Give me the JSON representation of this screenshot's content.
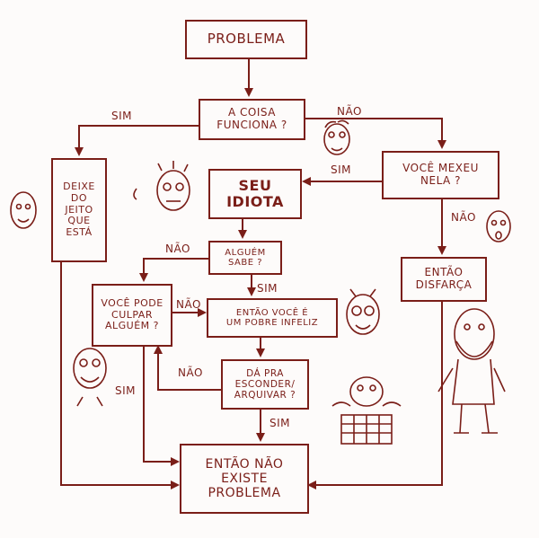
{
  "colors": {
    "ink": "#7a1e18",
    "paper": "#fdfbfa"
  },
  "nodes": {
    "problema": "PROBLEMA",
    "funciona": "A COISA\nFUNCIONA ?",
    "deixe": "DEIXE\nDO\nJEITO\nQUE\nESTÁ",
    "mexeu": "VOCÊ MEXEU\nNELA ?",
    "idiota": "SEU\nIDIOTA",
    "alguem_sabe": "ALGUÉM\nSABE ?",
    "disfarca": "ENTÃO\nDISFARÇA",
    "culpar": "VOCÊ PODE\nCULPAR\nALGUÉM ?",
    "infeliz": "ENTÃO VOCÊ É\nUM POBRE INFELIZ",
    "esconder": "DÁ PRA\nESCONDER/\nARQUIVAR ?",
    "nao_existe": "ENTÃO NÃO\nEXISTE\nPROBLEMA"
  },
  "edge_labels": {
    "funciona_sim": "SIM",
    "funciona_nao": "NÃO",
    "mexeu_sim": "SIM",
    "mexeu_nao": "NÃO",
    "sabe_nao": "NÃO",
    "sabe_sim": "SIM",
    "culpar_nao": "NÃO",
    "culpar_sim": "SIM",
    "esconder_nao": "NÃO",
    "esconder_sim": "SIM"
  }
}
